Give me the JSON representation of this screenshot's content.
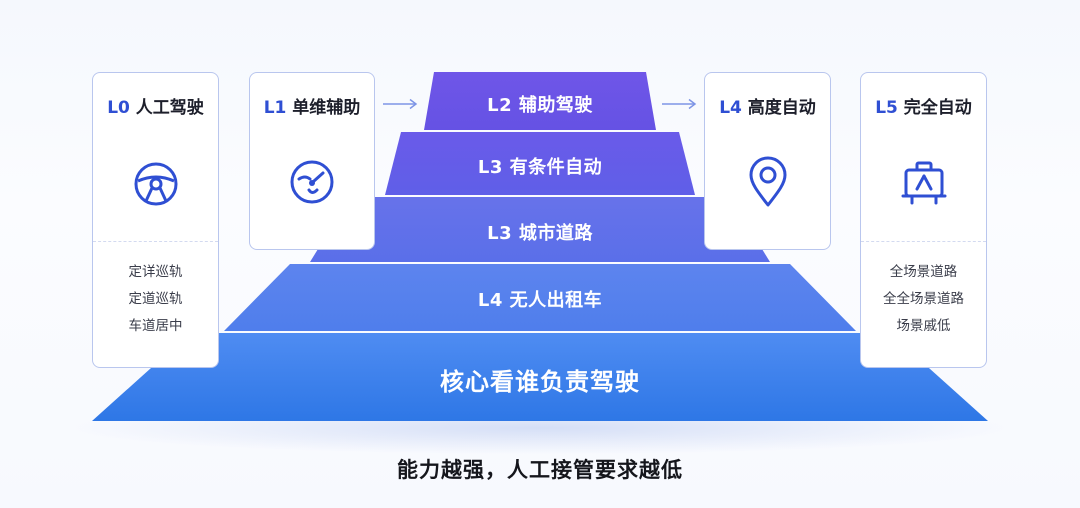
{
  "cards": {
    "l0": {
      "level": "L0",
      "name": "人工驾驶",
      "lines": [
        "定详巡轨",
        "定道巡轨",
        "车道居中"
      ],
      "icon": "steering-wheel-icon"
    },
    "l1": {
      "level": "L1",
      "name": "单维辅助",
      "icon": "steering-assist-icon"
    },
    "l4": {
      "level": "L4",
      "name": "高度自动",
      "icon": "location-pin-icon"
    },
    "l5": {
      "level": "L5",
      "name": "完全自动",
      "lines": [
        "全场景道路",
        "全全场景道路",
        "场景戚低"
      ],
      "icon": "robotaxi-icon"
    }
  },
  "pyramid": {
    "tiers": [
      {
        "label": "L2 辅助驾驶"
      },
      {
        "label": "L3 有条件自动"
      },
      {
        "label": "L3 城市道路"
      },
      {
        "label": "L4 无人出租车"
      },
      {
        "label": "核心看谁负责驾驶"
      }
    ]
  },
  "footer": {
    "text": "能力越强，人工接管要求越低"
  },
  "colors": {
    "accent": "#2f4fd3",
    "tier_top": "#6a56e6",
    "tier_bottom": "#2f7ce8",
    "card_border": "#b9c6ee"
  }
}
